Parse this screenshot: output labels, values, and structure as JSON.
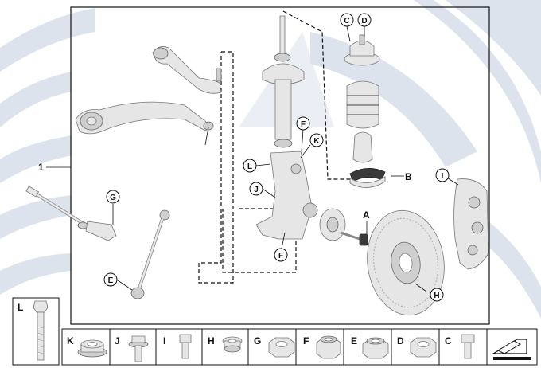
{
  "labels": {
    "assembly": "1",
    "A": "A",
    "B": "B",
    "C": "C",
    "D": "D",
    "E": "E",
    "F": "F",
    "G": "G",
    "H": "H",
    "I": "I",
    "J": "J",
    "K": "K",
    "L": "L"
  },
  "bottom_strip": [
    {
      "label": "K",
      "icon": "flange-nut-icon"
    },
    {
      "label": "J",
      "icon": "flange-bolt-icon"
    },
    {
      "label": "I",
      "icon": "short-bolt-icon"
    },
    {
      "label": "H",
      "icon": "bushing-icon"
    },
    {
      "label": "G",
      "icon": "hex-nut-icon"
    },
    {
      "label": "F",
      "icon": "collar-nut-icon"
    },
    {
      "label": "E",
      "icon": "self-locking-nut-icon"
    },
    {
      "label": "D",
      "icon": "hex-nut-icon"
    },
    {
      "label": "C",
      "icon": "hex-bolt-icon"
    }
  ],
  "side_box": {
    "label": "L",
    "icon": "long-bolt-icon"
  },
  "colors": {
    "background_logo": "#dde3ec",
    "line": "#111111",
    "part": "#e6e6e6"
  }
}
